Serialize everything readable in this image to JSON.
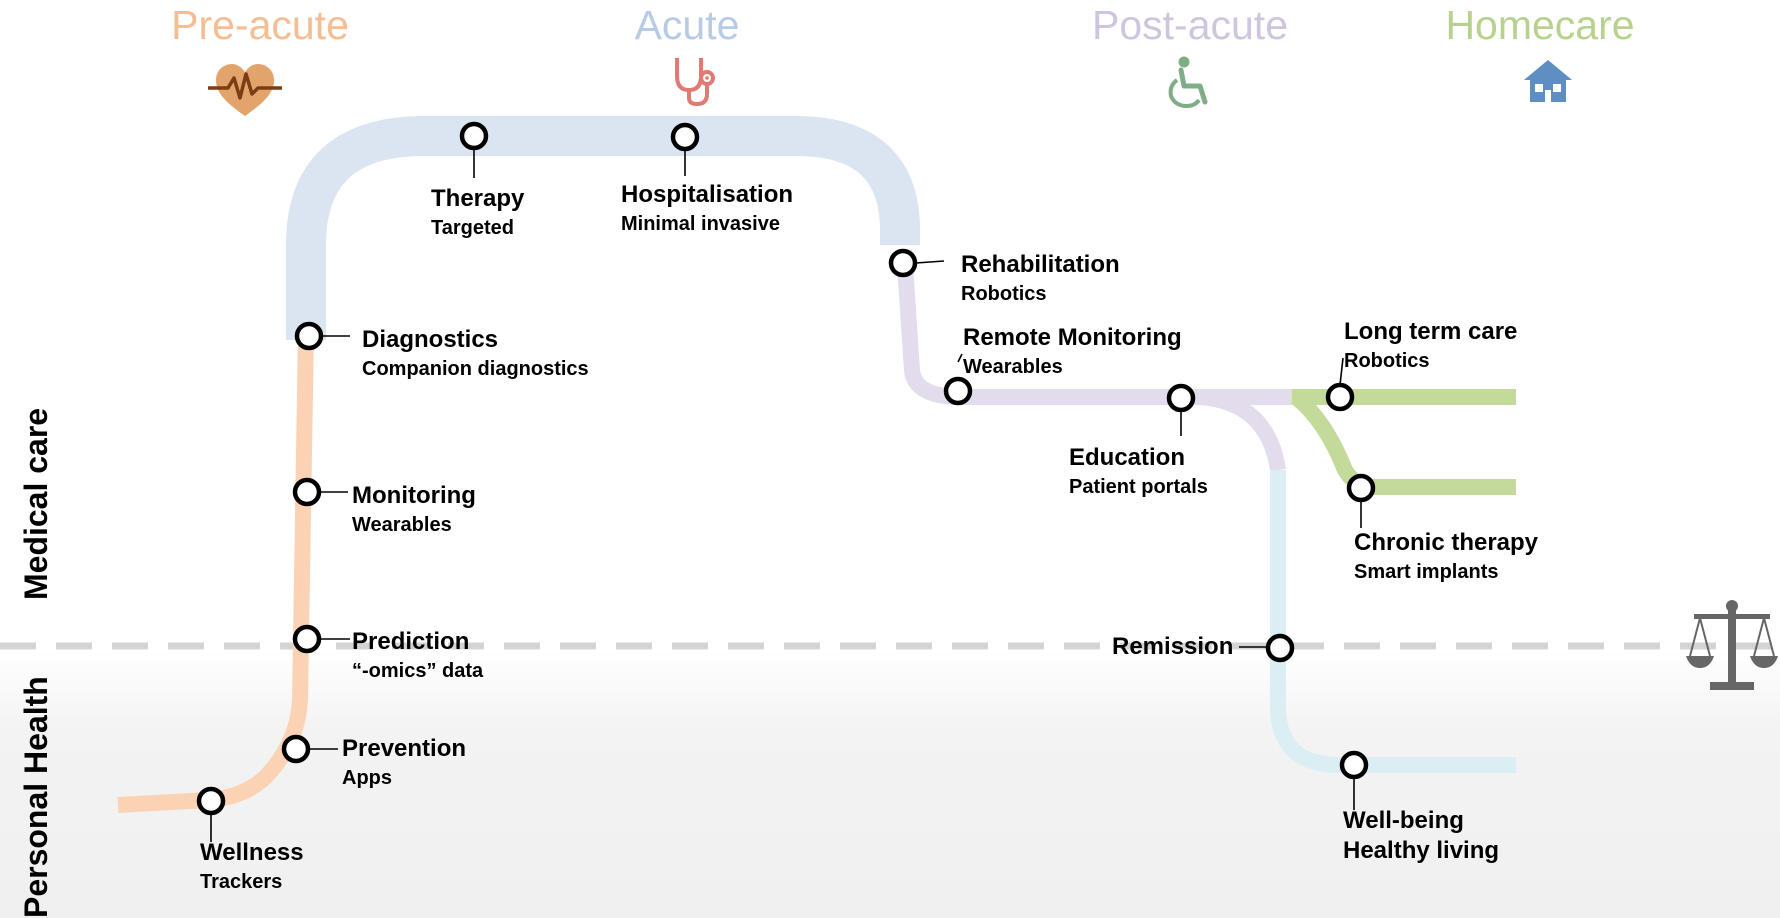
{
  "phases": [
    {
      "id": "pre-acute",
      "label": "Pre-acute",
      "color": "#f6bd93",
      "icon": "heart-pulse-icon"
    },
    {
      "id": "acute",
      "label": "Acute",
      "color": "#b8cbe6",
      "icon": "stethoscope-icon"
    },
    {
      "id": "post-acute",
      "label": "Post-acute",
      "color": "#cfc5de",
      "icon": "wheelchair-icon"
    },
    {
      "id": "homecare",
      "label": "Homecare",
      "color": "#b7d28e",
      "icon": "house-icon"
    }
  ],
  "zones": {
    "upper": "Medical care",
    "lower": "Personal Health",
    "divider_icon": "balance-scale-icon"
  },
  "stops": [
    {
      "title": "Wellness",
      "subtitle": "Trackers"
    },
    {
      "title": "Prevention",
      "subtitle": "Apps"
    },
    {
      "title": "Prediction",
      "subtitle": "“-omics” data"
    },
    {
      "title": "Monitoring",
      "subtitle": "Wearables"
    },
    {
      "title": "Diagnostics",
      "subtitle": "Companion diagnostics"
    },
    {
      "title": "Therapy",
      "subtitle": "Targeted"
    },
    {
      "title": "Hospitalisation",
      "subtitle": "Minimal invasive"
    },
    {
      "title": "Rehabilitation",
      "subtitle": "Robotics"
    },
    {
      "title": "Remote Monitoring",
      "subtitle": "Wearables"
    },
    {
      "title": "Education",
      "subtitle": "Patient portals"
    },
    {
      "title": "Long term care",
      "subtitle": "Robotics"
    },
    {
      "title": "Chronic therapy",
      "subtitle": "Smart implants"
    },
    {
      "title": "Remission",
      "subtitle": ""
    },
    {
      "title": "Well-being",
      "subtitle": "Healthy living"
    }
  ],
  "colors": {
    "pre_acute_track": "#fbd3b4",
    "acute_track": "#dbe5f1",
    "post_acute_track": "#e2dcec",
    "homecare_track": "#c4da9b",
    "remission_track": "#dbeef4",
    "divider": "#d4d4d4",
    "icon_heart": "#e2a46b",
    "icon_stethoscope": "#e07a73",
    "icon_wheelchair": "#7fae86",
    "icon_house": "#5f8fc2",
    "icon_scale": "#666666"
  }
}
